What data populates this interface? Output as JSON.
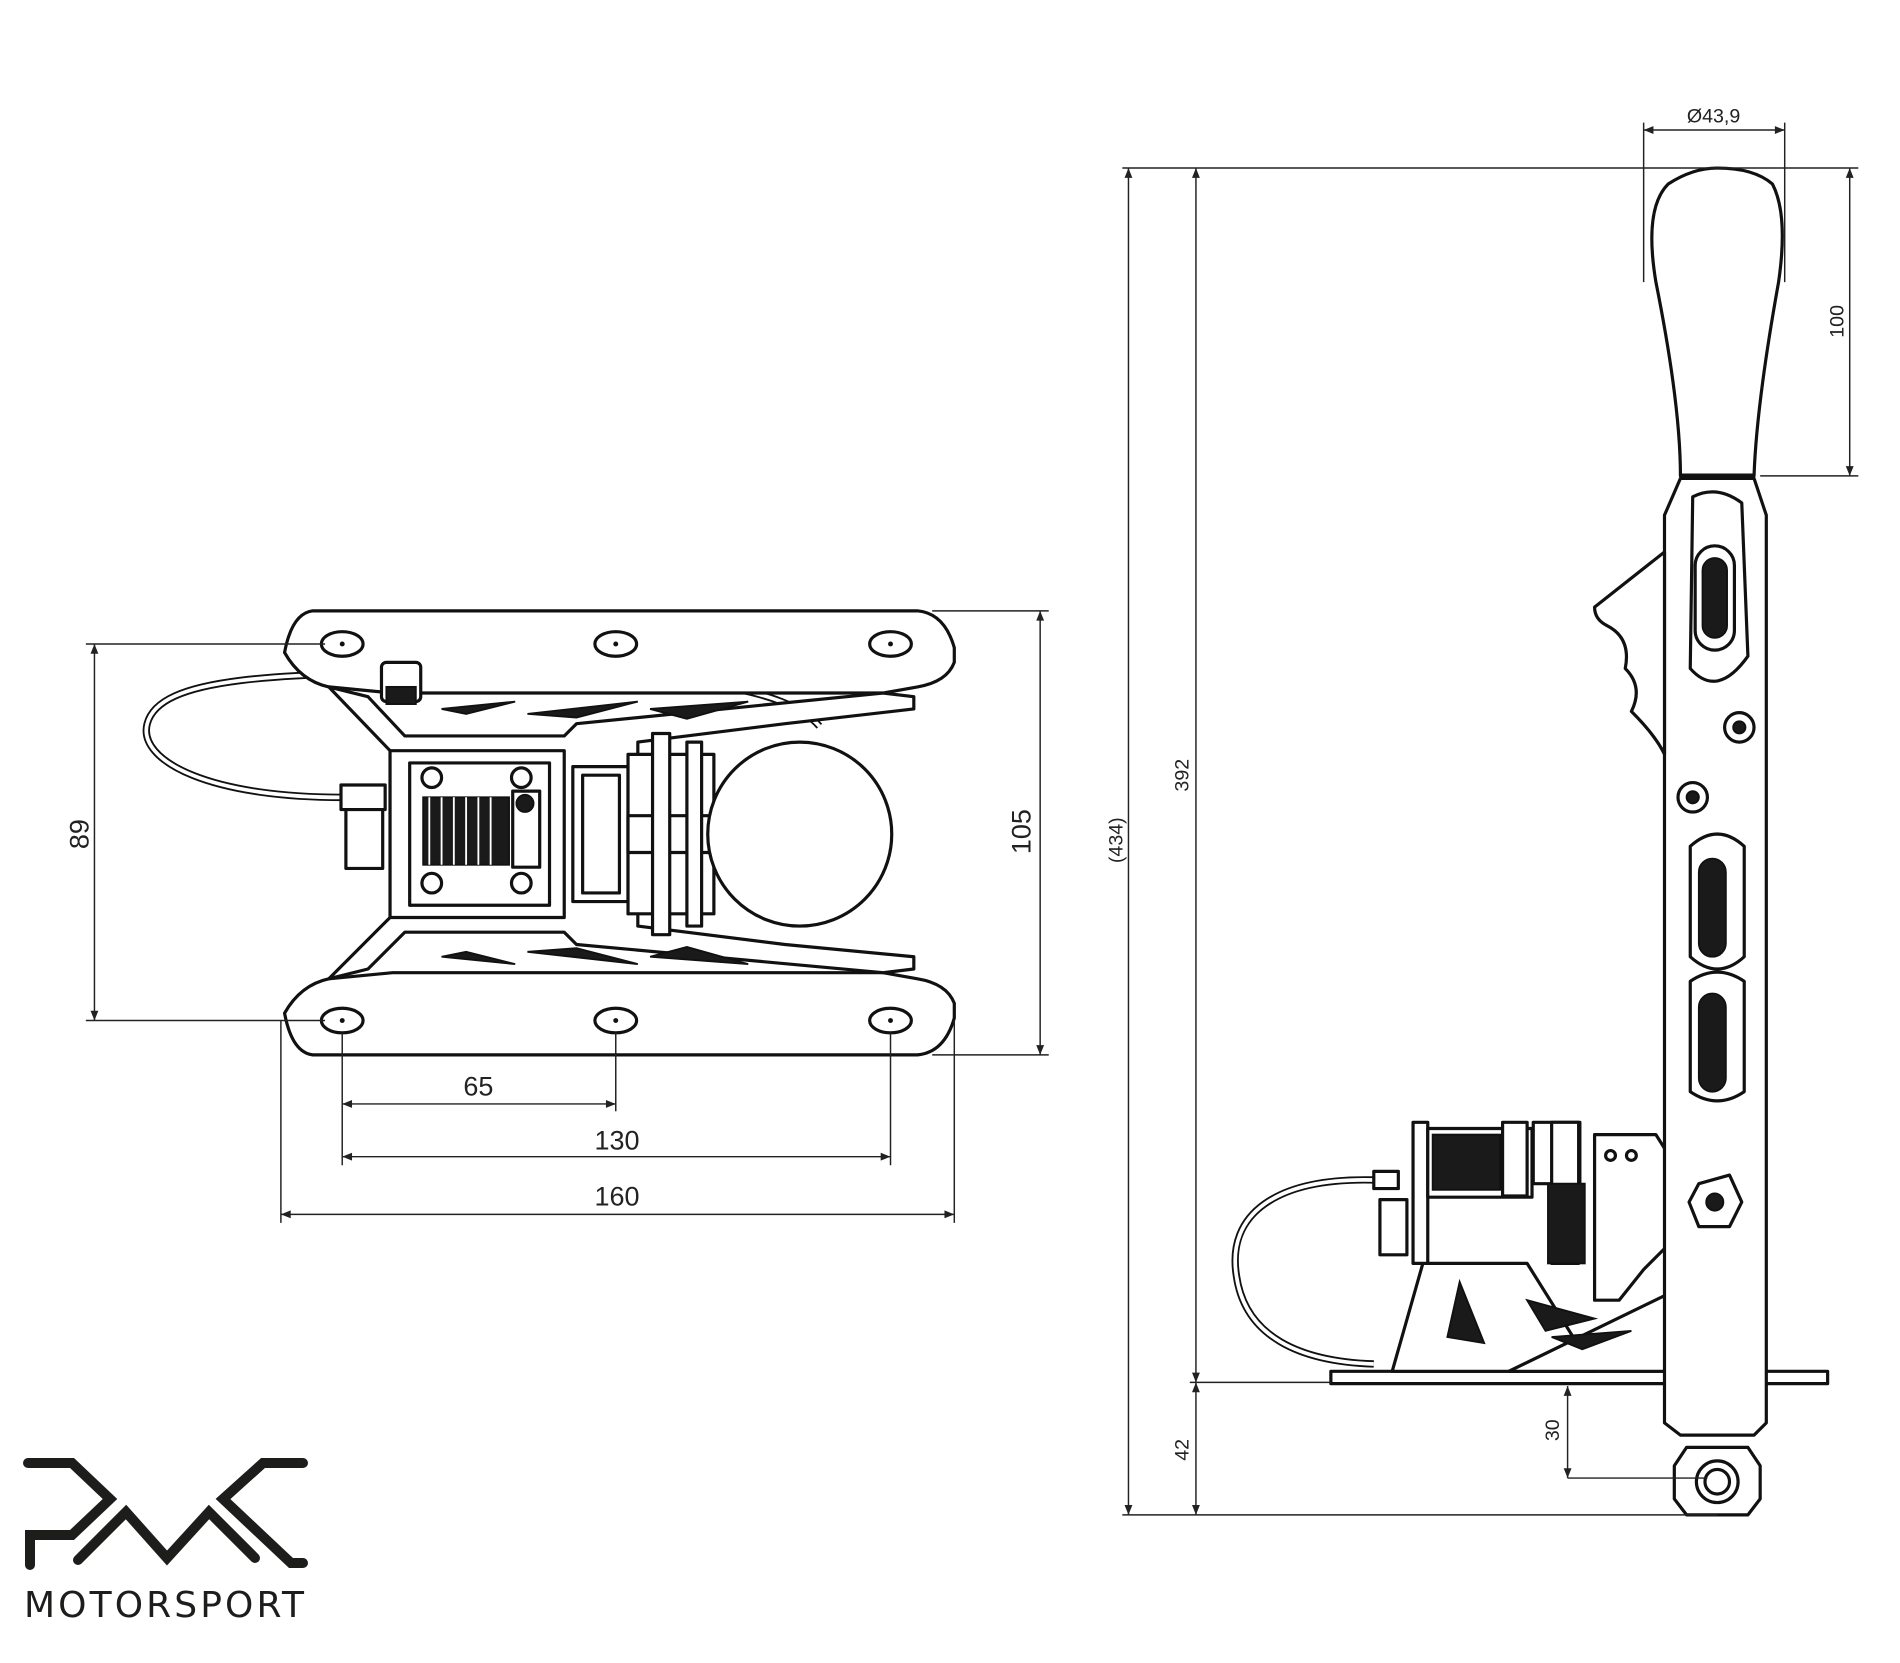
{
  "top_view": {
    "dimensions": {
      "width_mounting": "89",
      "width_overall": "105",
      "hole_spacing_half": "65",
      "hole_spacing_full": "130",
      "length_overall": "160"
    }
  },
  "side_view": {
    "dimensions": {
      "knob_diameter": "Ø43,9",
      "knob_height": "100",
      "total_height": "(434)",
      "height_above_base": "392",
      "height_below_base": "42",
      "pivot_offset": "30"
    }
  },
  "logo": {
    "brand_text": "MOTORSPORT",
    "mark": "PMC"
  },
  "colors": {
    "line": "#111111",
    "background": "#ffffff"
  }
}
